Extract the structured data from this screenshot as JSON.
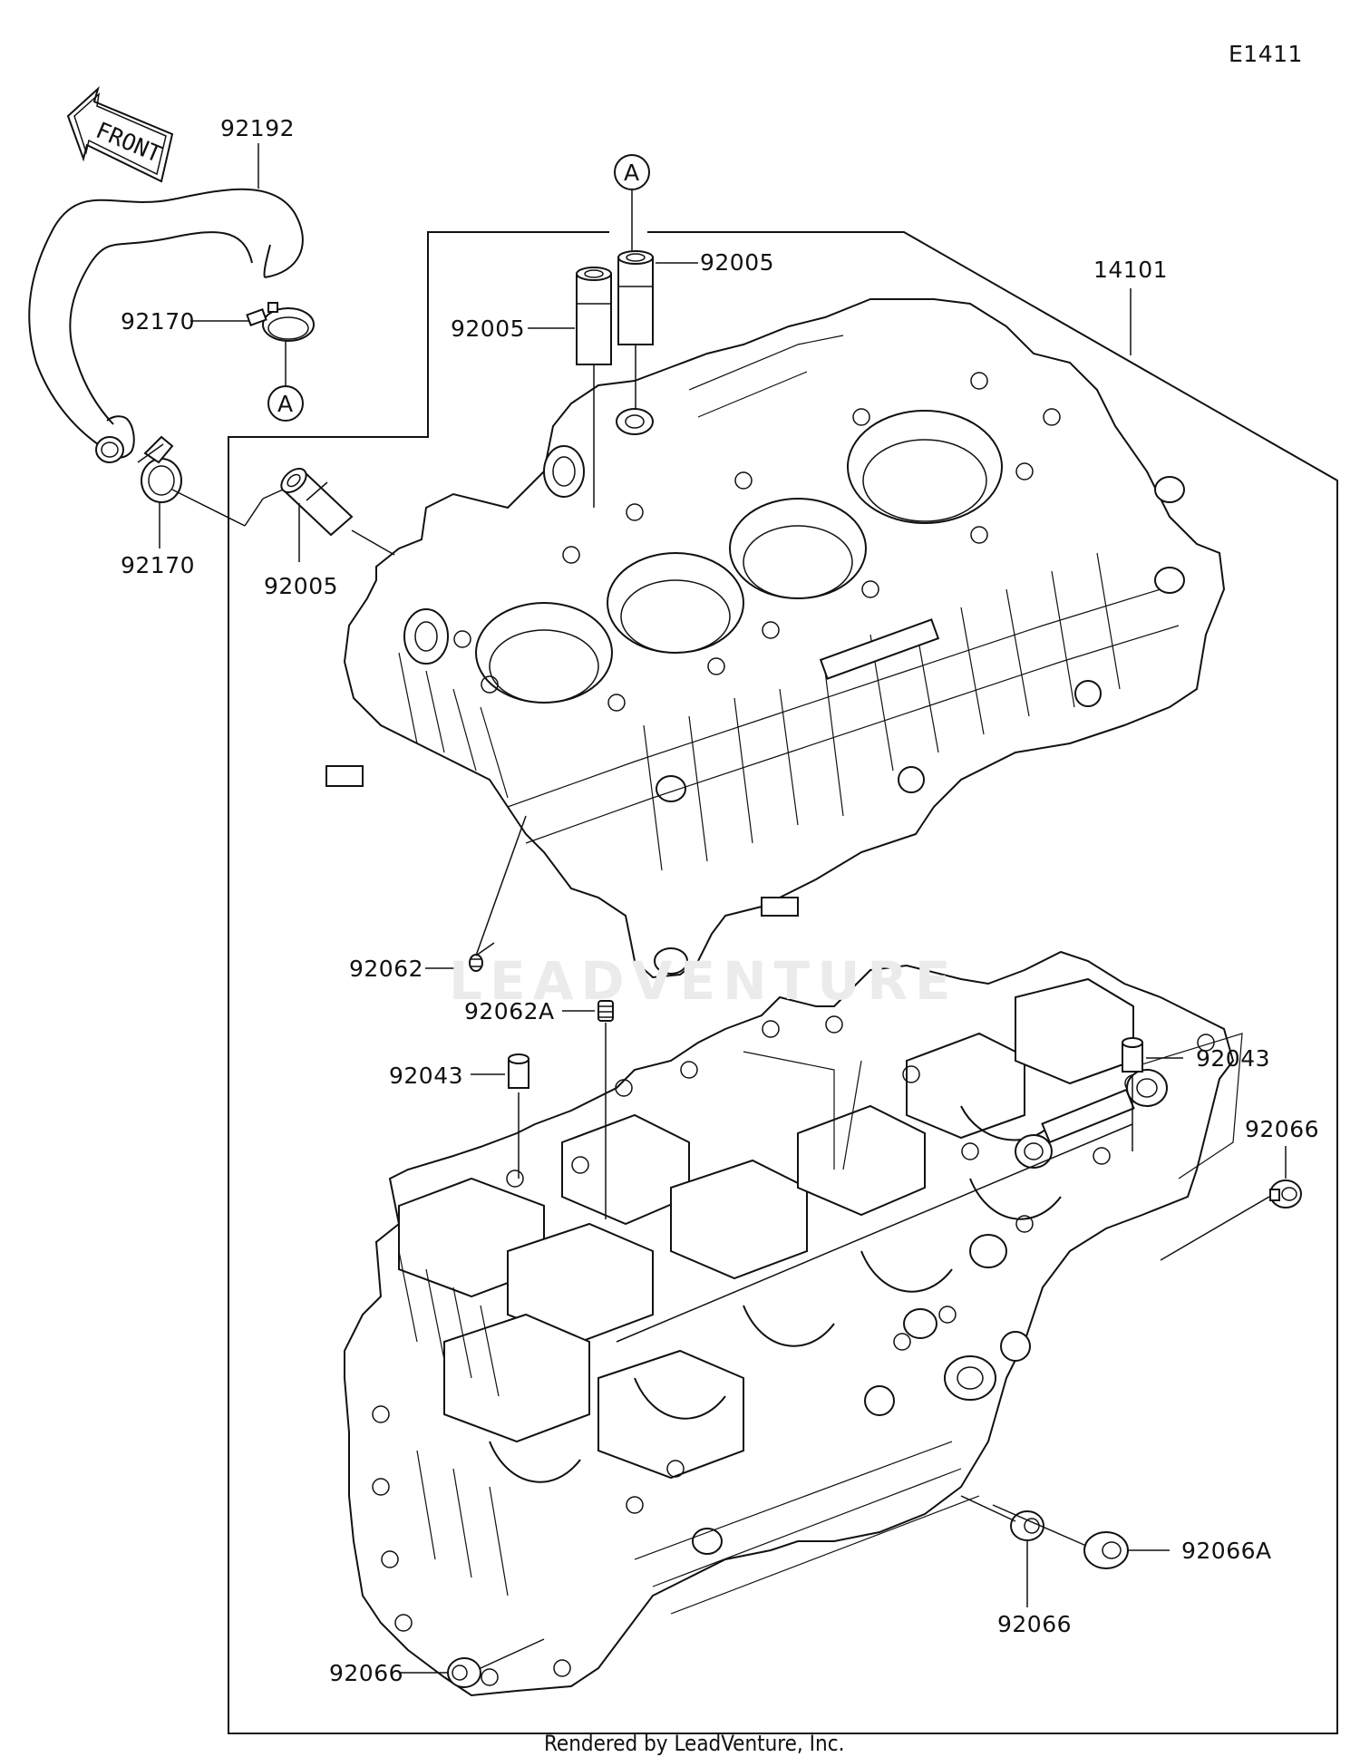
{
  "diagram_code": "E1411",
  "front_label": "FRONT",
  "watermark": "LEADVENTURE",
  "footer": "Rendered by LeadVenture, Inc.",
  "reference_marker": "A",
  "parts": {
    "hose": "92192",
    "clamp_upper": "92170",
    "clamp_lower": "92170",
    "pipe_left": "92005",
    "pipe_mid": "92005",
    "pipe_right": "92005",
    "crankcase_set": "14101",
    "plug_upper": "92062",
    "plug_upper_a": "92062A",
    "dowel_left": "92043",
    "dowel_right": "92043",
    "plug_right_top": "92066",
    "plug_right_a": "92066A",
    "plug_bottom_mid": "92066",
    "plug_bottom_left": "92066"
  }
}
